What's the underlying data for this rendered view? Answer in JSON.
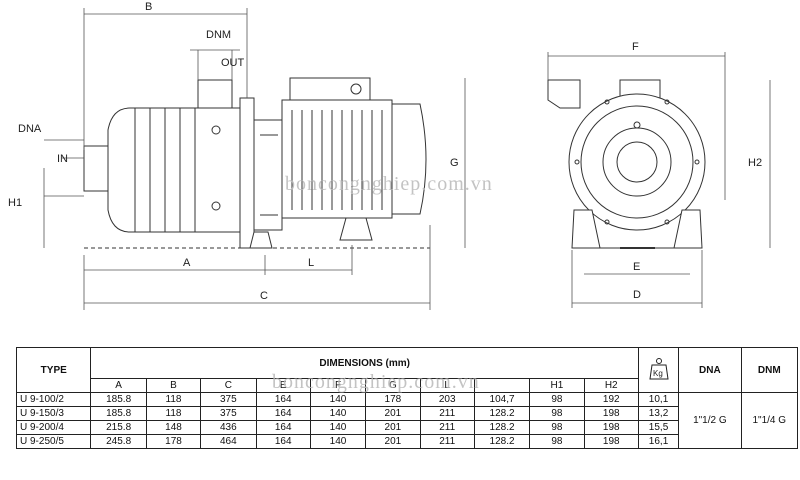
{
  "watermark": "boncongnghiep.com.vn",
  "drawing": {
    "labels": {
      "B": "B",
      "DNM": "DNM",
      "OUT": "OUT",
      "DNA": "DNA",
      "IN": "IN",
      "H1": "H1",
      "A": "A",
      "L": "L",
      "C": "C",
      "G": "G",
      "F": "F",
      "H2": "H2",
      "E": "E",
      "D": "D"
    }
  },
  "table": {
    "type_header": "TYPE",
    "dimensions_header": "DIMENSIONS (mm)",
    "weight_icon_label": "Kg",
    "dna_header": "DNA",
    "dnm_header": "DNM",
    "columns": [
      "A",
      "B",
      "C",
      "E",
      "F",
      "G",
      "L",
      "H1",
      "H2"
    ],
    "rows": [
      {
        "type": "U 9-100/2",
        "values": [
          "185.8",
          "118",
          "375",
          "164",
          "140",
          "178",
          "203",
          "104,7",
          "98",
          "192"
        ],
        "kg": "10,1"
      },
      {
        "type": "U 9-150/3",
        "values": [
          "185.8",
          "118",
          "375",
          "164",
          "140",
          "201",
          "211",
          "128.2",
          "98",
          "198"
        ],
        "kg": "13,2"
      },
      {
        "type": "U 9-200/4",
        "values": [
          "215.8",
          "148",
          "436",
          "164",
          "140",
          "201",
          "211",
          "128.2",
          "98",
          "198"
        ],
        "kg": "15,5"
      },
      {
        "type": "U 9-250/5",
        "values": [
          "245.8",
          "178",
          "464",
          "164",
          "140",
          "201",
          "211",
          "128.2",
          "98",
          "198"
        ],
        "kg": "16,1"
      }
    ],
    "dna_value": "1\"1/2 G",
    "dnm_value": "1\"1/4 G"
  }
}
